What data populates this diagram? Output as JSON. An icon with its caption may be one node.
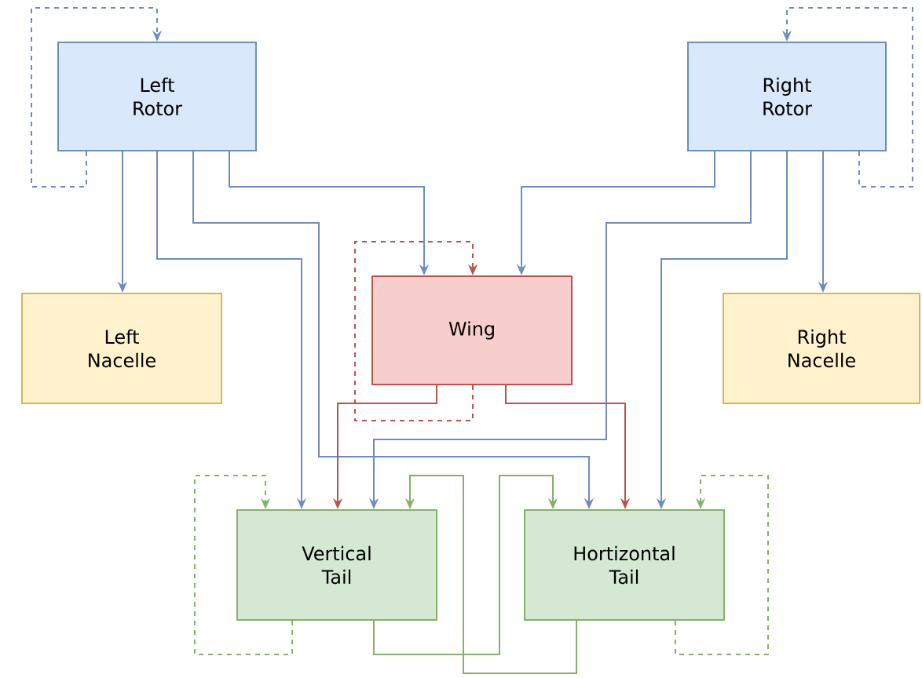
{
  "diagram": {
    "nodes": [
      {
        "text": [
          "Left Rotor"
        ]
      },
      {
        "text": [
          "Right Rotor"
        ]
      },
      {
        "text": [
          "Left Nacelle"
        ]
      },
      {
        "text": [
          "Wing"
        ]
      },
      {
        "text": [
          "Right Nacelle"
        ]
      },
      {
        "text": [
          "Vertical Tail"
        ]
      },
      {
        "text": [
          "Hortizontal Tail"
        ]
      }
    ],
    "edges": [
      {
        "from": 0,
        "to": 0,
        "arrow": "to",
        "style": "dashed"
      },
      {
        "from": 0,
        "to": 2,
        "arrow": "to"
      },
      {
        "from": 0,
        "to": 3,
        "arrow": "to"
      },
      {
        "from": 0,
        "to": 5,
        "arrow": "to"
      },
      {
        "from": 0,
        "to": 6,
        "arrow": "to"
      },
      {
        "from": 1,
        "to": 1,
        "arrow": "to",
        "style": "dashed"
      },
      {
        "from": 1,
        "to": 3,
        "arrow": "to"
      },
      {
        "from": 1,
        "to": 5,
        "arrow": "to"
      },
      {
        "from": 1,
        "to": 6,
        "arrow": "to"
      },
      {
        "from": 1,
        "to": 4,
        "arrow": "to"
      },
      {
        "from": 3,
        "to": 3,
        "arrow": "to",
        "style": "dashed",
        "color": "#b85450"
      },
      {
        "from": 3,
        "to": 5,
        "arrow": "to",
        "color": "#b85450"
      },
      {
        "from": 3,
        "to": 6,
        "arrow": "to",
        "color": "#b85450"
      },
      {
        "from": 5,
        "to": 5,
        "arrow": "to",
        "style": "dashed",
        "color": "#82b366"
      },
      {
        "from": 5,
        "to": 6,
        "arrow": "to",
        "color": "#82b366"
      },
      {
        "from": 6,
        "to": 6,
        "arrow": "to",
        "style": "dashed",
        "color": "#82b366"
      },
      {
        "from": 6,
        "to": 5,
        "arrow": "to",
        "color": "#82b366"
      }
    ]
  }
}
